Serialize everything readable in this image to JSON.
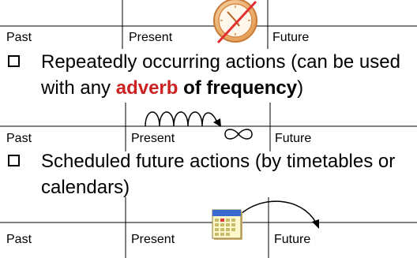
{
  "timeline_1": {
    "past": "Past",
    "present": "Present",
    "future": "Future"
  },
  "bullet_1": {
    "text_before": "Repeatedly occurring actions (can be used with any ",
    "keyword": "adverb",
    "text_mid": " ",
    "keyword2": "of frequency",
    "text_after": ")"
  },
  "timeline_2": {
    "past": "Past",
    "present": "Present",
    "future": "Future"
  },
  "bullet_2": {
    "text": "Scheduled future actions (by timetables or calendars)"
  },
  "timeline_3": {
    "past": "Past",
    "present": "Present",
    "future": "Future"
  },
  "icons": [
    "crossed-out-clock-icon",
    "loop-arrow-icon",
    "infinity-icon",
    "calendar-icon",
    "curved-arrow-icon"
  ],
  "colors": {
    "keyword": "#cc2222",
    "clock_face": "#e8a050",
    "strike": "#e03030"
  }
}
